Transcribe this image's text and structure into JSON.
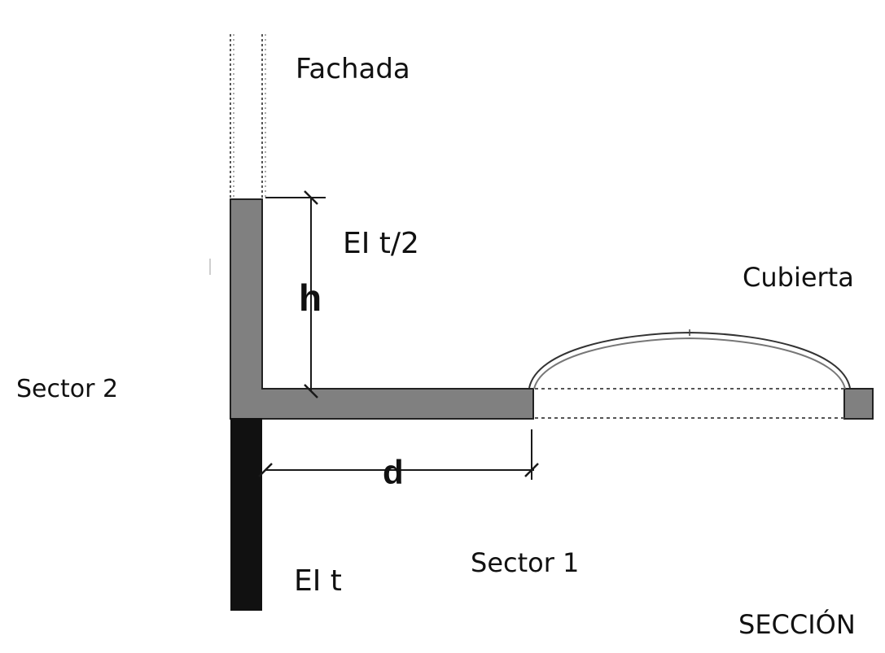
{
  "labels": {
    "fachada": "Fachada",
    "ei_t_half": "EI t/2",
    "cubierta": "Cubierta",
    "h": "h",
    "sector_2": "Sector 2",
    "d": "d",
    "sector_1": "Sector 1",
    "ei_t": "EI t",
    "seccion": "SECCIÓN"
  },
  "colors": {
    "wall_fill": "#808080",
    "dark_wall": "#111111",
    "line": "#1a1a1a",
    "dotted": "#555555"
  }
}
